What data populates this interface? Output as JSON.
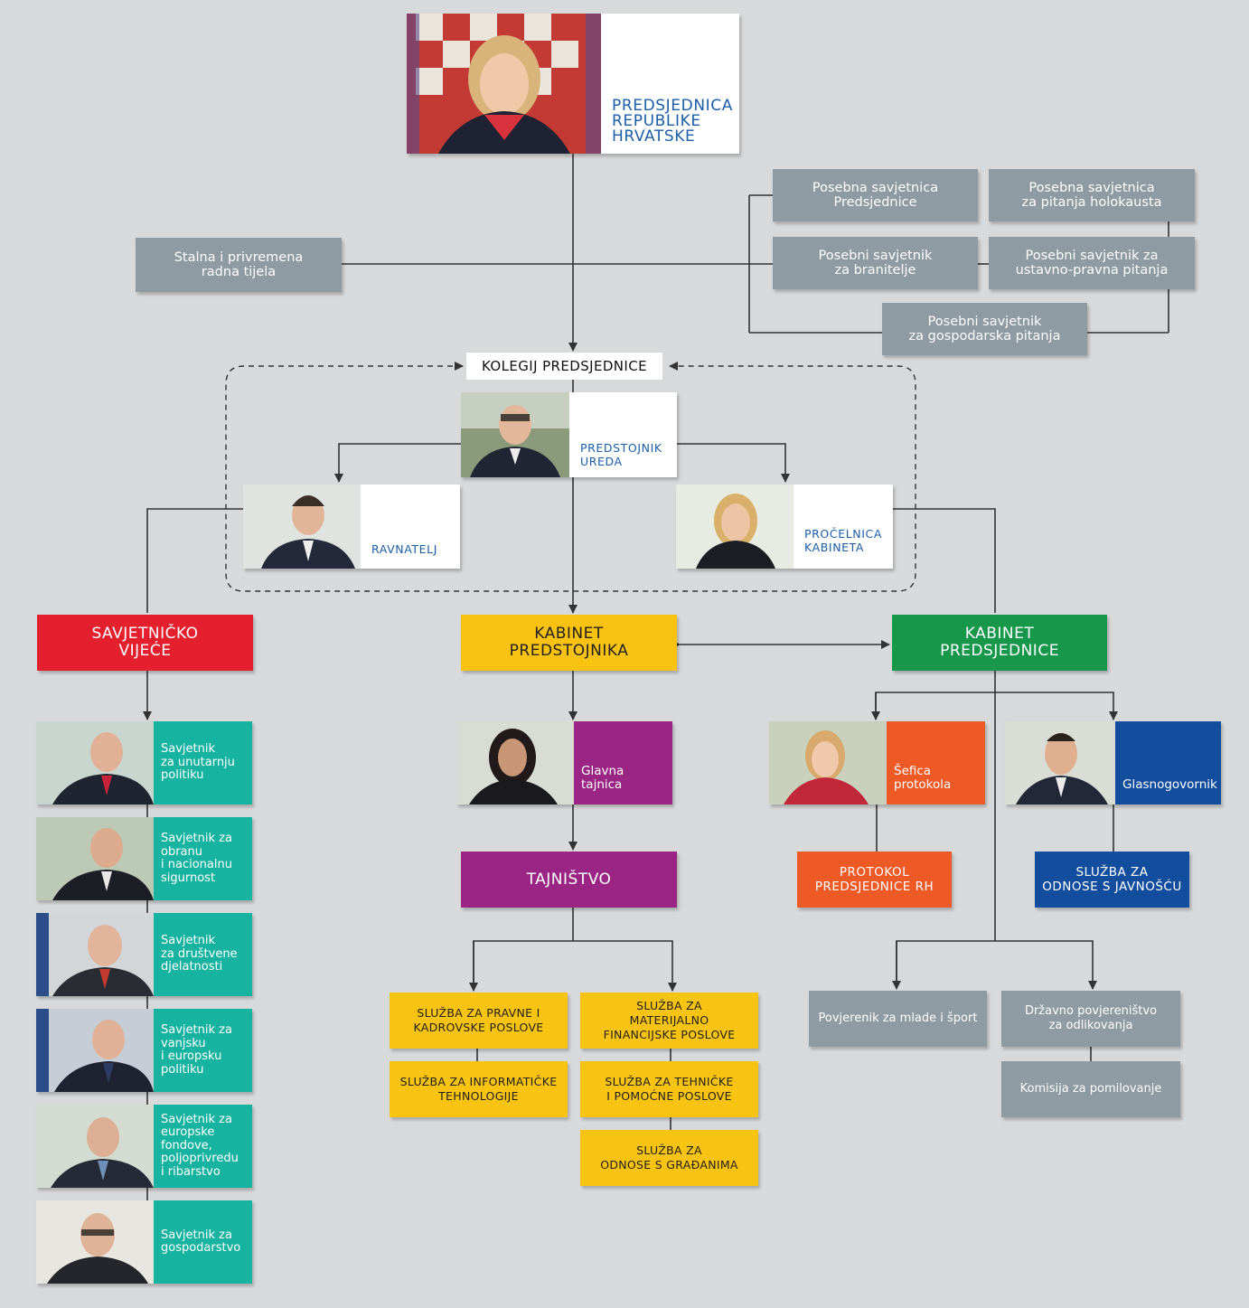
{
  "president": {
    "title": "PREDSJEDNICA\nREPUBLIKE\nHRVATSKE"
  },
  "advisors_top": {
    "stalna": "Stalna i privremena\nradna tijela",
    "posebna_predsjednice": "Posebna savjetnica\nPredsjednice",
    "posebna_holokaust": "Posebna savjetnica\nza pitanja holokausta",
    "branitelji": "Posebni savjetnik\nza branitelje",
    "ustavno": "Posebni savjetnik za\nustavno-pravna pitanja",
    "gospodarska": "Posebni savjetnik\nza gospodarska pitanja"
  },
  "kolegij": "KOLEGIJ PREDSJEDNICE",
  "predstojnik": "PREDSTOJNIK\nUREDA",
  "ravnatelj": "RAVNATELJ",
  "procelnica": "PROČELNICA\nKABINETA",
  "units": {
    "savjetnicko": "SAVJETNIČKO\nVIJEĆE",
    "kabinet_predstojnika": "KABINET\nPREDSTOJNIKA",
    "kabinet_predsjednice": "KABINET\nPREDSJEDNICE",
    "tajnistvo": "TAJNIŠTVO"
  },
  "council": [
    "Savjetnik\nza unutarnju\npolitiku",
    "Savjetnik za\nobranu\ni nacionalnu\nsigurnost",
    "Savjetnik\nza društvene\ndjelatnosti",
    "Savjetnik za\nvanjsku\ni europsku\npolitiku",
    "Savjetnik za\neuropske\nfondove,\npoljoprivredu\ni ribarstvo",
    "Savjetnik za\ngospodarstvo"
  ],
  "glavna_tajnica": "Glavna\ntajnica",
  "sefica_protokola": "Šefica\nprotokola",
  "glasnogovornik": "Glasnogovornik",
  "services_yellow": {
    "pravne": "SLUŽBA ZA PRAVNE I\nKADROVSKE POSLOVE",
    "informaticke": "SLUŽBA ZA INFORMATIČKE\nTEHNOLOGIJE",
    "materijalno": "SLUŽBA ZA\nMATERIJALNO\nFINANCIJSKE POSLOVE",
    "tehnicke": "SLUŽBA ZA TEHNIČKE\nI POMOĆNE POSLOVE",
    "gradjani": "SLUŽBA ZA\nODNOSE S GRAĐANIMA"
  },
  "protokol_rh": "PROTOKOL\nPREDSJEDNICE RH",
  "sluzba_javnost": "SLUŽBA ZA\nODNOSE S JAVNOŠĆU",
  "povjerenik_mladi": "Povjerenik za mlade i šport",
  "odlikovanja": "Državno povjereništvo\nza odlikovanja",
  "pomilovanje": "Komisija za pomilovanje",
  "colors": {
    "red": "#e5202e",
    "yellow": "#fac211",
    "green": "#16974a",
    "purple": "#9a2585",
    "teal": "#16b3a1",
    "orange": "#ee5a26",
    "blue": "#124d9e",
    "grey": "#8f9ba2"
  }
}
